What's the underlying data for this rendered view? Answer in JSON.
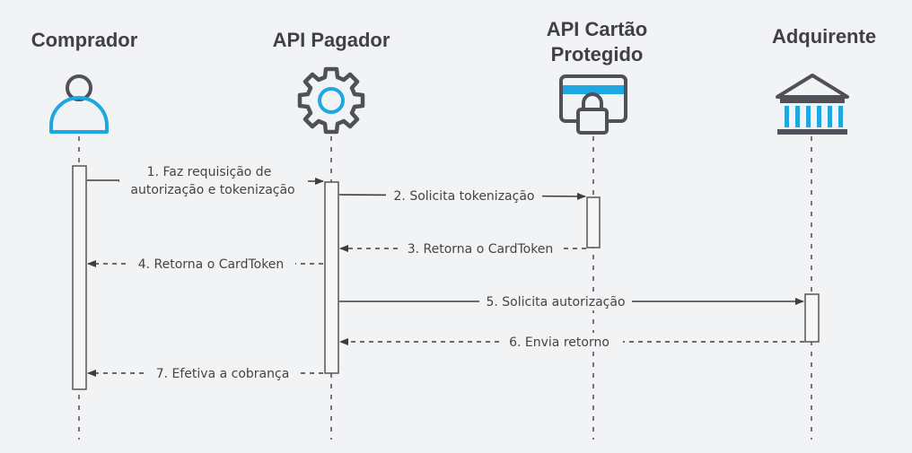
{
  "actors": [
    {
      "id": "comprador",
      "title_lines": [
        "Comprador"
      ],
      "icon": "user-icon"
    },
    {
      "id": "api-pagador",
      "title_lines": [
        "API Pagador"
      ],
      "icon": "gear-icon"
    },
    {
      "id": "api-cartao",
      "title_lines": [
        "API Cartão",
        "Protegido"
      ],
      "icon": "card-lock-icon"
    },
    {
      "id": "adquirente",
      "title_lines": [
        "Adquirente"
      ],
      "icon": "bank-icon"
    }
  ],
  "messages": [
    {
      "n": 1,
      "from": "comprador",
      "to": "api-pagador",
      "style": "solid",
      "label_lines": [
        "1. Faz requisição de",
        "autorização e tokenização"
      ]
    },
    {
      "n": 2,
      "from": "api-pagador",
      "to": "api-cartao",
      "style": "solid",
      "label_lines": [
        "2. Solicita tokenização"
      ]
    },
    {
      "n": 3,
      "from": "api-cartao",
      "to": "api-pagador",
      "style": "dashed",
      "label_lines": [
        "3. Retorna o CardToken"
      ]
    },
    {
      "n": 4,
      "from": "api-pagador",
      "to": "comprador",
      "style": "dashed",
      "label_lines": [
        "4. Retorna o CardToken"
      ]
    },
    {
      "n": 5,
      "from": "api-pagador",
      "to": "adquirente",
      "style": "solid",
      "label_lines": [
        "5. Solicita autorização"
      ]
    },
    {
      "n": 6,
      "from": "adquirente",
      "to": "api-pagador",
      "style": "dashed",
      "label_lines": [
        "6. Envia retorno"
      ]
    },
    {
      "n": 7,
      "from": "api-pagador",
      "to": "comprador",
      "style": "dashed",
      "label_lines": [
        "7. Efetiva a cobrança"
      ]
    }
  ],
  "colors": {
    "accent": "#1ea7e1",
    "icon_stroke": "#4f5058",
    "line": "#3d3d3d",
    "background": "#f2f3f5"
  }
}
